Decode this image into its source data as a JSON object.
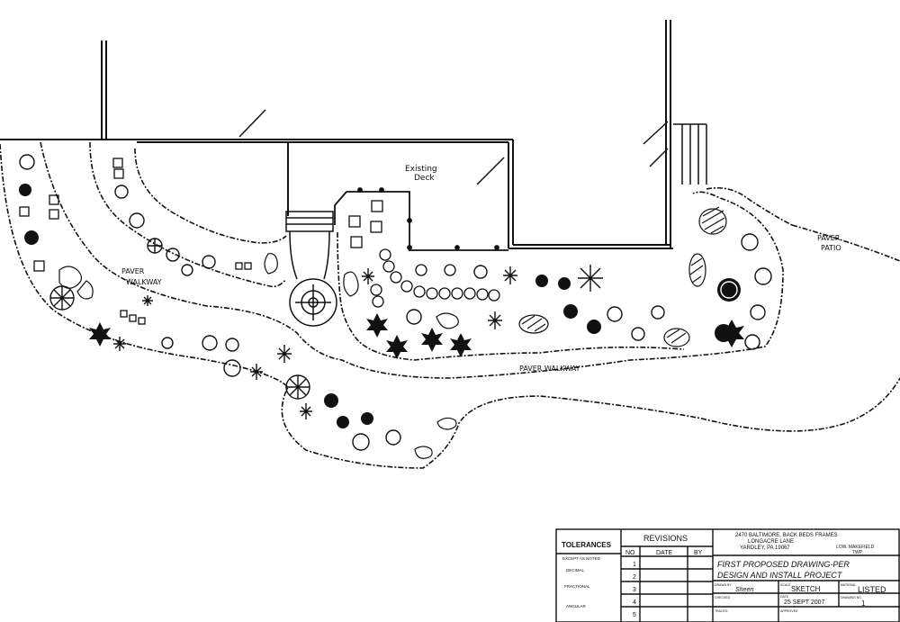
{
  "labels": {
    "existing_deck": [
      "Existing",
      "Deck"
    ],
    "paver_walkway_left": [
      "PAVER",
      "WALKWAY"
    ],
    "paver_walkway_right": "PAVER  WALKWAY",
    "paver_patio": [
      "PAVER",
      "PATIO"
    ]
  },
  "title_block": {
    "tolerances": "TOLERANCES",
    "except_noted": "EXCEPT AS NOTED",
    "tol_rows": [
      "DECIMAL",
      "FRACTIONAL",
      "ANGULAR"
    ],
    "revisions": "REVISIONS",
    "col_no": "NO",
    "col_date": "DATE",
    "col_by": "BY",
    "rev_numbers": [
      "1",
      "2",
      "3",
      "4",
      "5"
    ],
    "address": [
      "2470 BALTIMORE, BACK BEDS FRAMES",
      "LONGACRE LANE",
      "YARDLEY, PA 19067"
    ],
    "township": [
      "LOW. MAKEFIELD",
      "TWP"
    ],
    "title_line1": "FIRST PROPOSED DRAWING-PER",
    "title_line2": "DESIGN AND INSTALL PROJECT",
    "drawn_by_label": "DRAWN BY",
    "drawn_by": "Sheen",
    "scale_label": "SCALE",
    "scale": "SKETCH",
    "material_label": "MATERIAL",
    "material": "LISTED",
    "checked_label": "CHECKED",
    "date_label": "DATE",
    "date": "25 SEPT 2007",
    "drawing_no_label": "DRAWING NO",
    "drawing_no": "1",
    "traced_label": "TRACED",
    "approved_label": "APPROVED"
  }
}
